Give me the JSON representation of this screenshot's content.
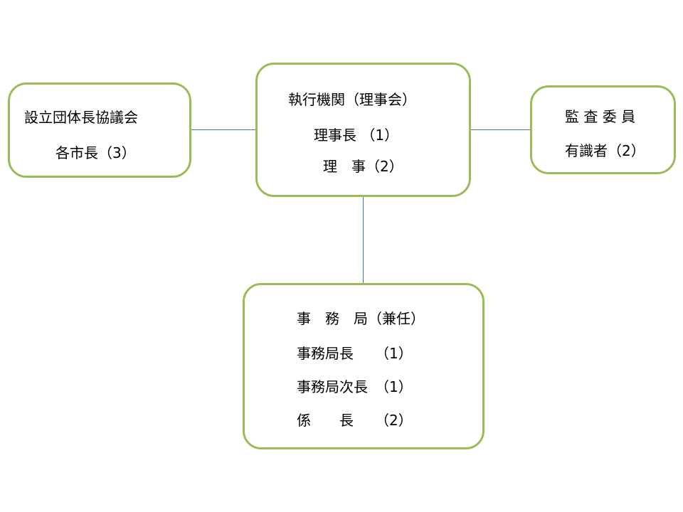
{
  "colors": {
    "box_border": "#9bbb59",
    "connector": "#4a7394",
    "text": "#000000"
  },
  "boxes": {
    "council": {
      "lines": [
        "設立団体長協議会",
        "各市長（3）"
      ]
    },
    "executive": {
      "lines": [
        "執行機関（理事会）",
        "理事長 （1）",
        "理　事（2）"
      ]
    },
    "auditor": {
      "lines": [
        "監 査 委 員",
        "有識者（2）"
      ]
    },
    "secretariat": {
      "lines": [
        "事　務　局（兼任）",
        "事務局長　　（1）",
        "事務局次長　（1）",
        "係　　長　　（2）"
      ]
    }
  }
}
